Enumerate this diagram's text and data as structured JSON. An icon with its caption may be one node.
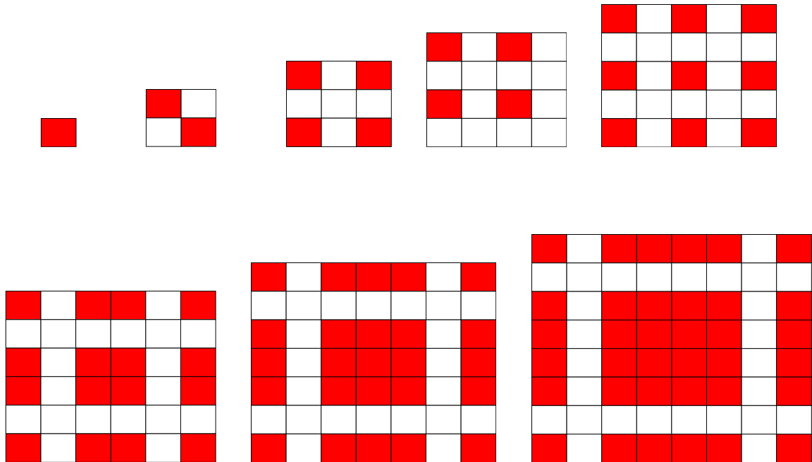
{
  "diagram": {
    "nodes": [
      {
        "text": [],
        "shape": "grid"
      },
      {
        "text": [],
        "shape": "grid"
      },
      {
        "text": [],
        "shape": "grid"
      },
      {
        "text": [],
        "shape": "grid"
      },
      {
        "text": [],
        "shape": "grid"
      },
      {
        "text": [],
        "shape": "grid"
      },
      {
        "text": [],
        "shape": "grid"
      },
      {
        "text": [],
        "shape": "grid"
      }
    ]
  }
}
